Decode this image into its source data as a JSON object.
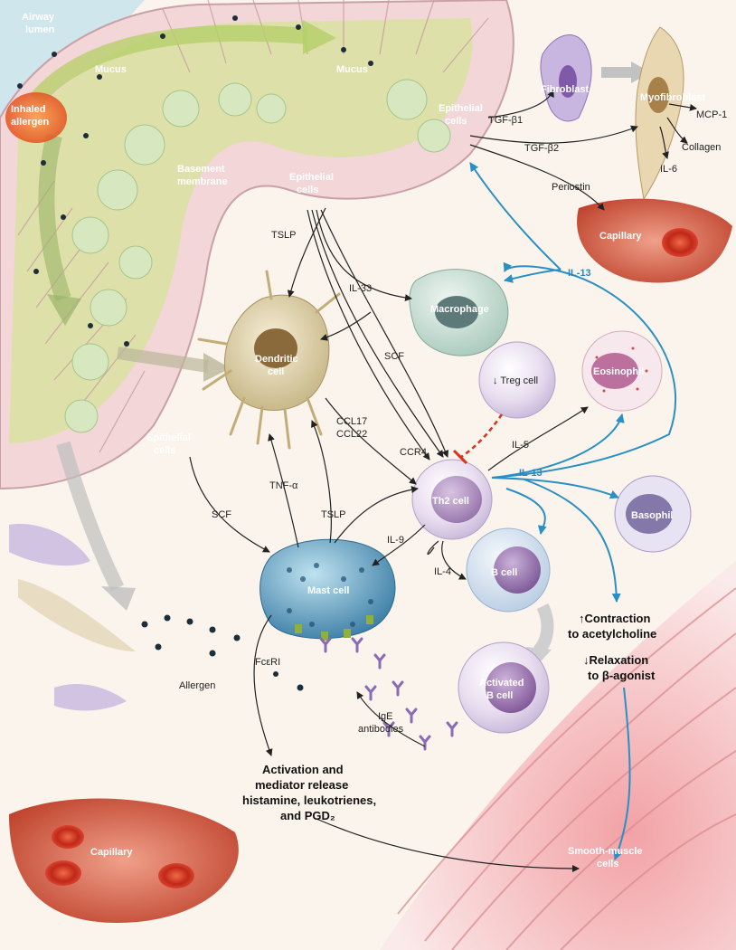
{
  "labels": {
    "airway_lumen_1": "Airway",
    "airway_lumen_2": "lumen",
    "mucus_left": "Mucus",
    "mucus_top": "Mucus",
    "inhaled_allergen_1": "Inhaled",
    "inhaled_allergen_2": "allergen",
    "basement_1": "Basement",
    "basement_2": "membrane",
    "epithelial_top_1": "Epithelial",
    "epithelial_top_2": "cells",
    "epithelial_mid_1": "Epithelial",
    "epithelial_mid_2": "cells",
    "epithelial_left_1": "Epithelial",
    "epithelial_left_2": "cells",
    "fibroblast": "Fibroblast",
    "myofibroblast": "Myofibroblast",
    "tgf_b1": "TGF-β1",
    "tgf_b2": "TGF-β2",
    "mcp1": "MCP-1",
    "collagen": "Collagen",
    "il6": "IL-6",
    "periostin": "Periostin",
    "capillary_top": "Capillary",
    "il13_top": "IL-13",
    "tslp_top": "TSLP",
    "il33": "IL-33",
    "macrophage": "Macrophage",
    "scf_mid": "SCF",
    "dendritic_1": "Dendritic",
    "dendritic_2": "cell",
    "treg": "↓ Treg cell",
    "eosinophil": "Eosinophil",
    "ccl17": "CCL17",
    "ccl22": "CCL22",
    "ccr4": "CCR4",
    "il5": "IL-5",
    "il13_mid": "IL-13",
    "th2": "Th2 cell",
    "basophil": "Basophil",
    "tnf": "TNF-α",
    "tslp_low": "TSLP",
    "scf_left": "SCF",
    "il9": "IL-9",
    "il4": "IL-4",
    "b_cell": "B cell",
    "mast_cell": "Mast cell",
    "contraction_1": "↑Contraction",
    "contraction_2": "to acetylcholine",
    "relaxation_1": "↓Relaxation",
    "relaxation_2": "to β-agonist",
    "fceri": "FcεRI",
    "allergen": "Allergen",
    "activated_b_1": "Activated",
    "activated_b_2": "B cell",
    "ige_1": "IgE",
    "ige_2": "antibodies",
    "activation_1": "Activation and",
    "activation_2": "mediator release",
    "activation_3": "histamine, leukotrienes,",
    "activation_4": "and PGD₂",
    "capillary_bottom": "Capillary",
    "smooth_1": "Smooth-muscle",
    "smooth_2": "cells"
  },
  "colors": {
    "arrow_blue": "#2a8fc4",
    "inhibit_red": "#d8321e",
    "epithelium_pink": "#f2d6d8",
    "mucus_green": "#cfe08a",
    "capillary_red": "#d4513c"
  }
}
